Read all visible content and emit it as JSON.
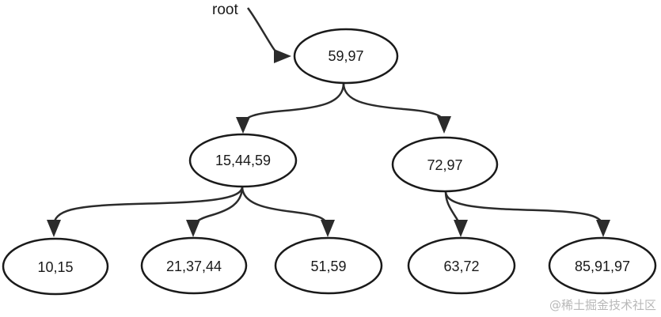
{
  "diagram": {
    "root_pointer_label": "root",
    "nodes": [
      {
        "id": "n1",
        "keys": "59,97"
      },
      {
        "id": "n2",
        "keys": "15,44,59"
      },
      {
        "id": "n3",
        "keys": "72,97"
      },
      {
        "id": "n4",
        "keys": "10,15"
      },
      {
        "id": "n5",
        "keys": "21,37,44"
      },
      {
        "id": "n6",
        "keys": "51,59"
      },
      {
        "id": "n7",
        "keys": "63,72"
      },
      {
        "id": "n8",
        "keys": "85,91,97"
      }
    ],
    "edges": [
      {
        "from": "n1",
        "to": "n2"
      },
      {
        "from": "n1",
        "to": "n3"
      },
      {
        "from": "n2",
        "to": "n4"
      },
      {
        "from": "n2",
        "to": "n5"
      },
      {
        "from": "n2",
        "to": "n6"
      },
      {
        "from": "n3",
        "to": "n7"
      },
      {
        "from": "n3",
        "to": "n8"
      }
    ],
    "watermark": "@稀土掘金技术社区"
  },
  "colors": {
    "stroke": "#1a1a1a",
    "edge": "#2b2b2b",
    "watermark": "#b8b8b8",
    "background": "#ffffff"
  }
}
